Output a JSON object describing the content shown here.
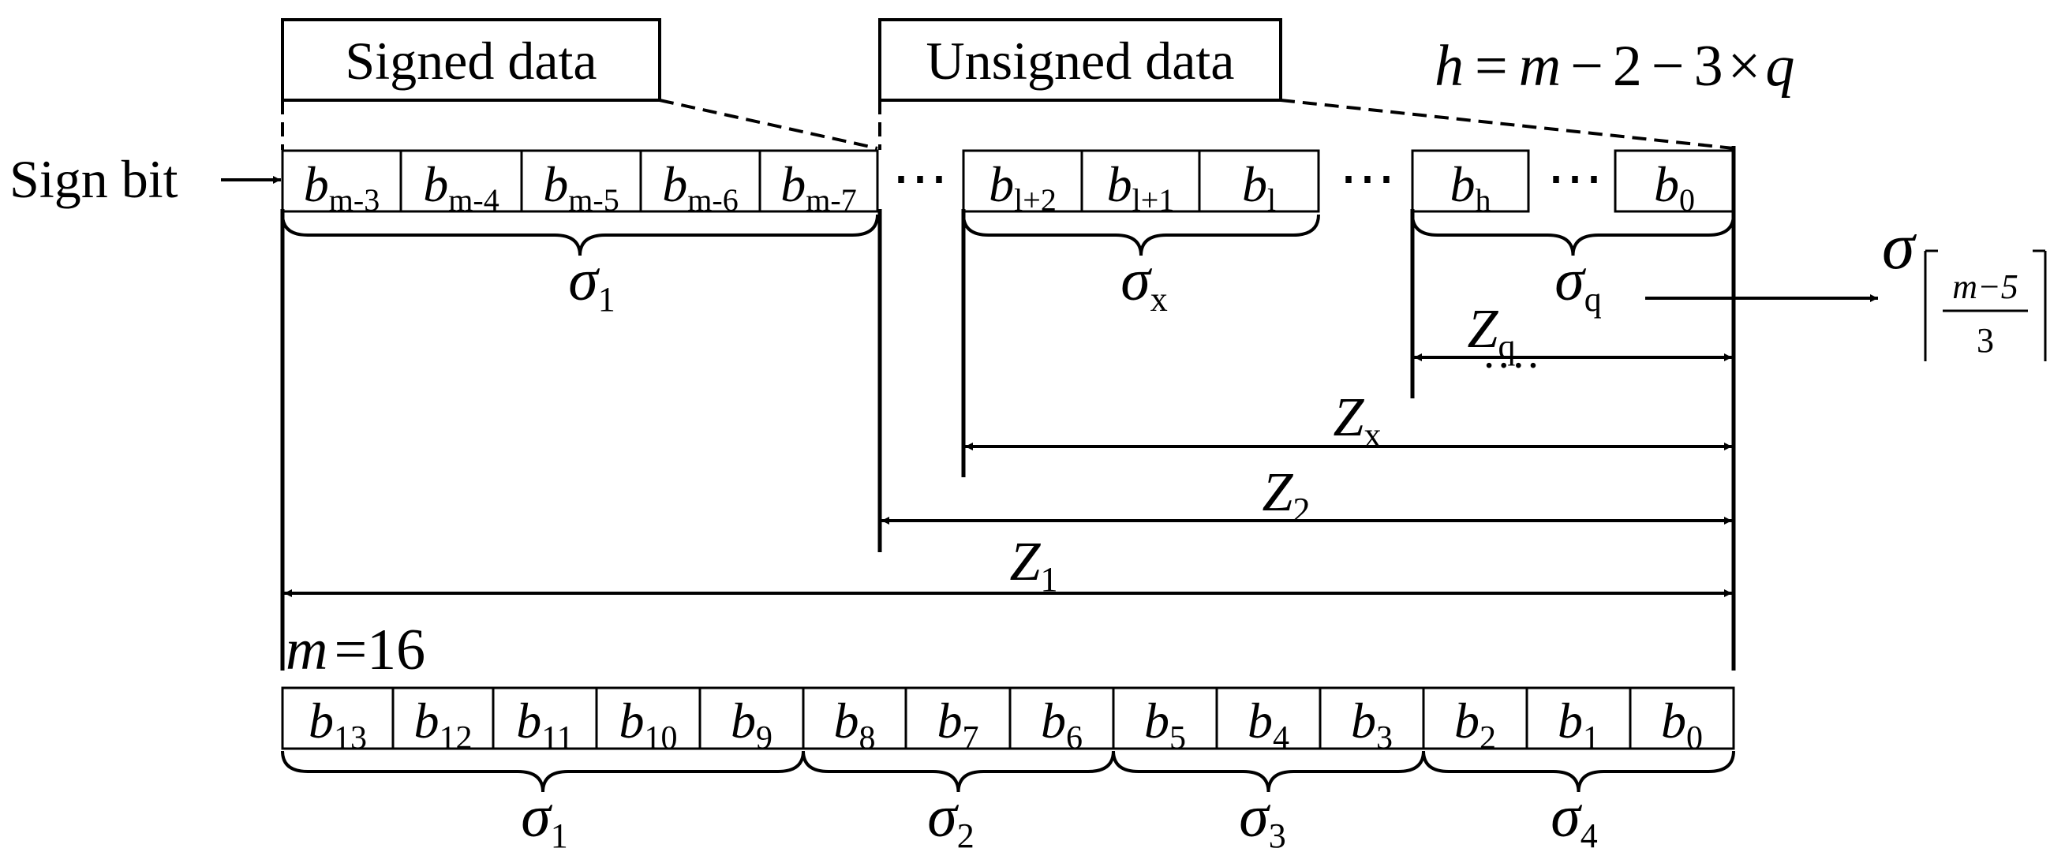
{
  "labels": {
    "signed_data": "Signed data",
    "unsigned_data": "Unsigned data",
    "sign_bit": "Sign bit",
    "formula": {
      "h": "h",
      "eq": "=",
      "m": "m",
      "minus": "−",
      "two": "2",
      "three": "3",
      "times": "×",
      "q": "q"
    },
    "ellipsis": "⋯",
    "dots_small": "····",
    "m_eq": {
      "m": "m",
      "eq": "=16"
    }
  },
  "sigma": {
    "symbol": "σ",
    "ceil_num": "m−5",
    "ceil_den": "3"
  },
  "top_cells": [
    {
      "b": "b",
      "sub": "m-3"
    },
    {
      "b": "b",
      "sub": "m-4"
    },
    {
      "b": "b",
      "sub": "m-5"
    },
    {
      "b": "b",
      "sub": "m-6"
    },
    {
      "b": "b",
      "sub": "m-7"
    },
    {
      "b": "b",
      "sub": "l+2"
    },
    {
      "b": "b",
      "sub": "l+1"
    },
    {
      "b": "b",
      "sub": "l"
    },
    {
      "b": "b",
      "sub": "h"
    },
    {
      "b": "b",
      "sub": "0"
    }
  ],
  "top_braces": [
    {
      "s": "σ",
      "sub": "1"
    },
    {
      "s": "σ",
      "sub": "x"
    },
    {
      "s": "σ",
      "sub": "q"
    }
  ],
  "z_labels": [
    {
      "z": "Z",
      "sub": "q"
    },
    {
      "z": "Z",
      "sub": "x"
    },
    {
      "z": "Z",
      "sub": "2"
    },
    {
      "z": "Z",
      "sub": "1"
    }
  ],
  "bottom_cells": [
    {
      "b": "b",
      "sub": "13"
    },
    {
      "b": "b",
      "sub": "12"
    },
    {
      "b": "b",
      "sub": "11"
    },
    {
      "b": "b",
      "sub": "10"
    },
    {
      "b": "b",
      "sub": "9"
    },
    {
      "b": "b",
      "sub": "8"
    },
    {
      "b": "b",
      "sub": "7"
    },
    {
      "b": "b",
      "sub": "6"
    },
    {
      "b": "b",
      "sub": "5"
    },
    {
      "b": "b",
      "sub": "4"
    },
    {
      "b": "b",
      "sub": "3"
    },
    {
      "b": "b",
      "sub": "2"
    },
    {
      "b": "b",
      "sub": "1"
    },
    {
      "b": "b",
      "sub": "0"
    }
  ],
  "bottom_braces": [
    {
      "s": "σ",
      "sub": "1"
    },
    {
      "s": "σ",
      "sub": "2"
    },
    {
      "s": "σ",
      "sub": "3"
    },
    {
      "s": "σ",
      "sub": "4"
    }
  ]
}
